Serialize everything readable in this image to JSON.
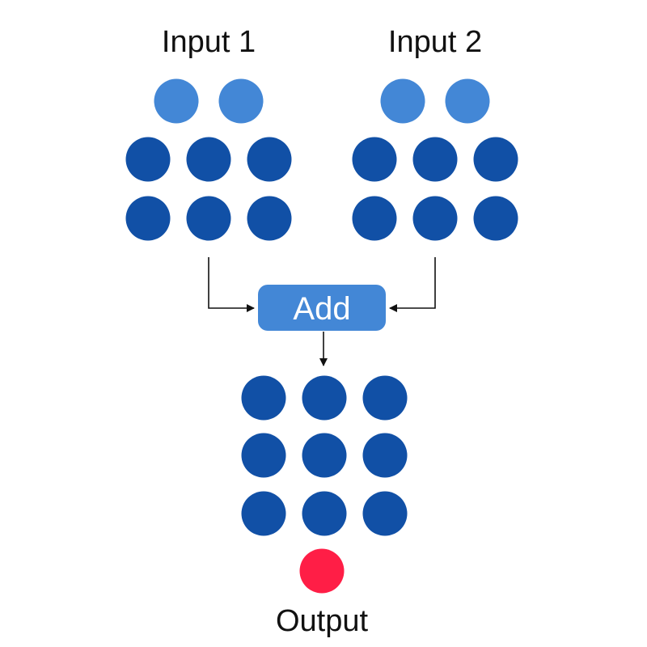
{
  "labels": {
    "input1": "Input 1",
    "input2": "Input 2",
    "operation": "Add",
    "output": "Output"
  },
  "colors": {
    "extra_node": "#4387d6",
    "node": "#1150a6",
    "output_node": "#ff1e46",
    "operation_box": "#4387d6",
    "operation_text": "#ffffff",
    "arrow": "#111111",
    "text": "#111111"
  },
  "groups": [
    {
      "id": "input1",
      "rows": [
        2,
        3,
        3
      ],
      "highlight_row": 0
    },
    {
      "id": "input2",
      "rows": [
        2,
        3,
        3
      ],
      "highlight_row": 0
    },
    {
      "id": "output",
      "rows": [
        3,
        3,
        3
      ],
      "highlight_row": null
    }
  ]
}
